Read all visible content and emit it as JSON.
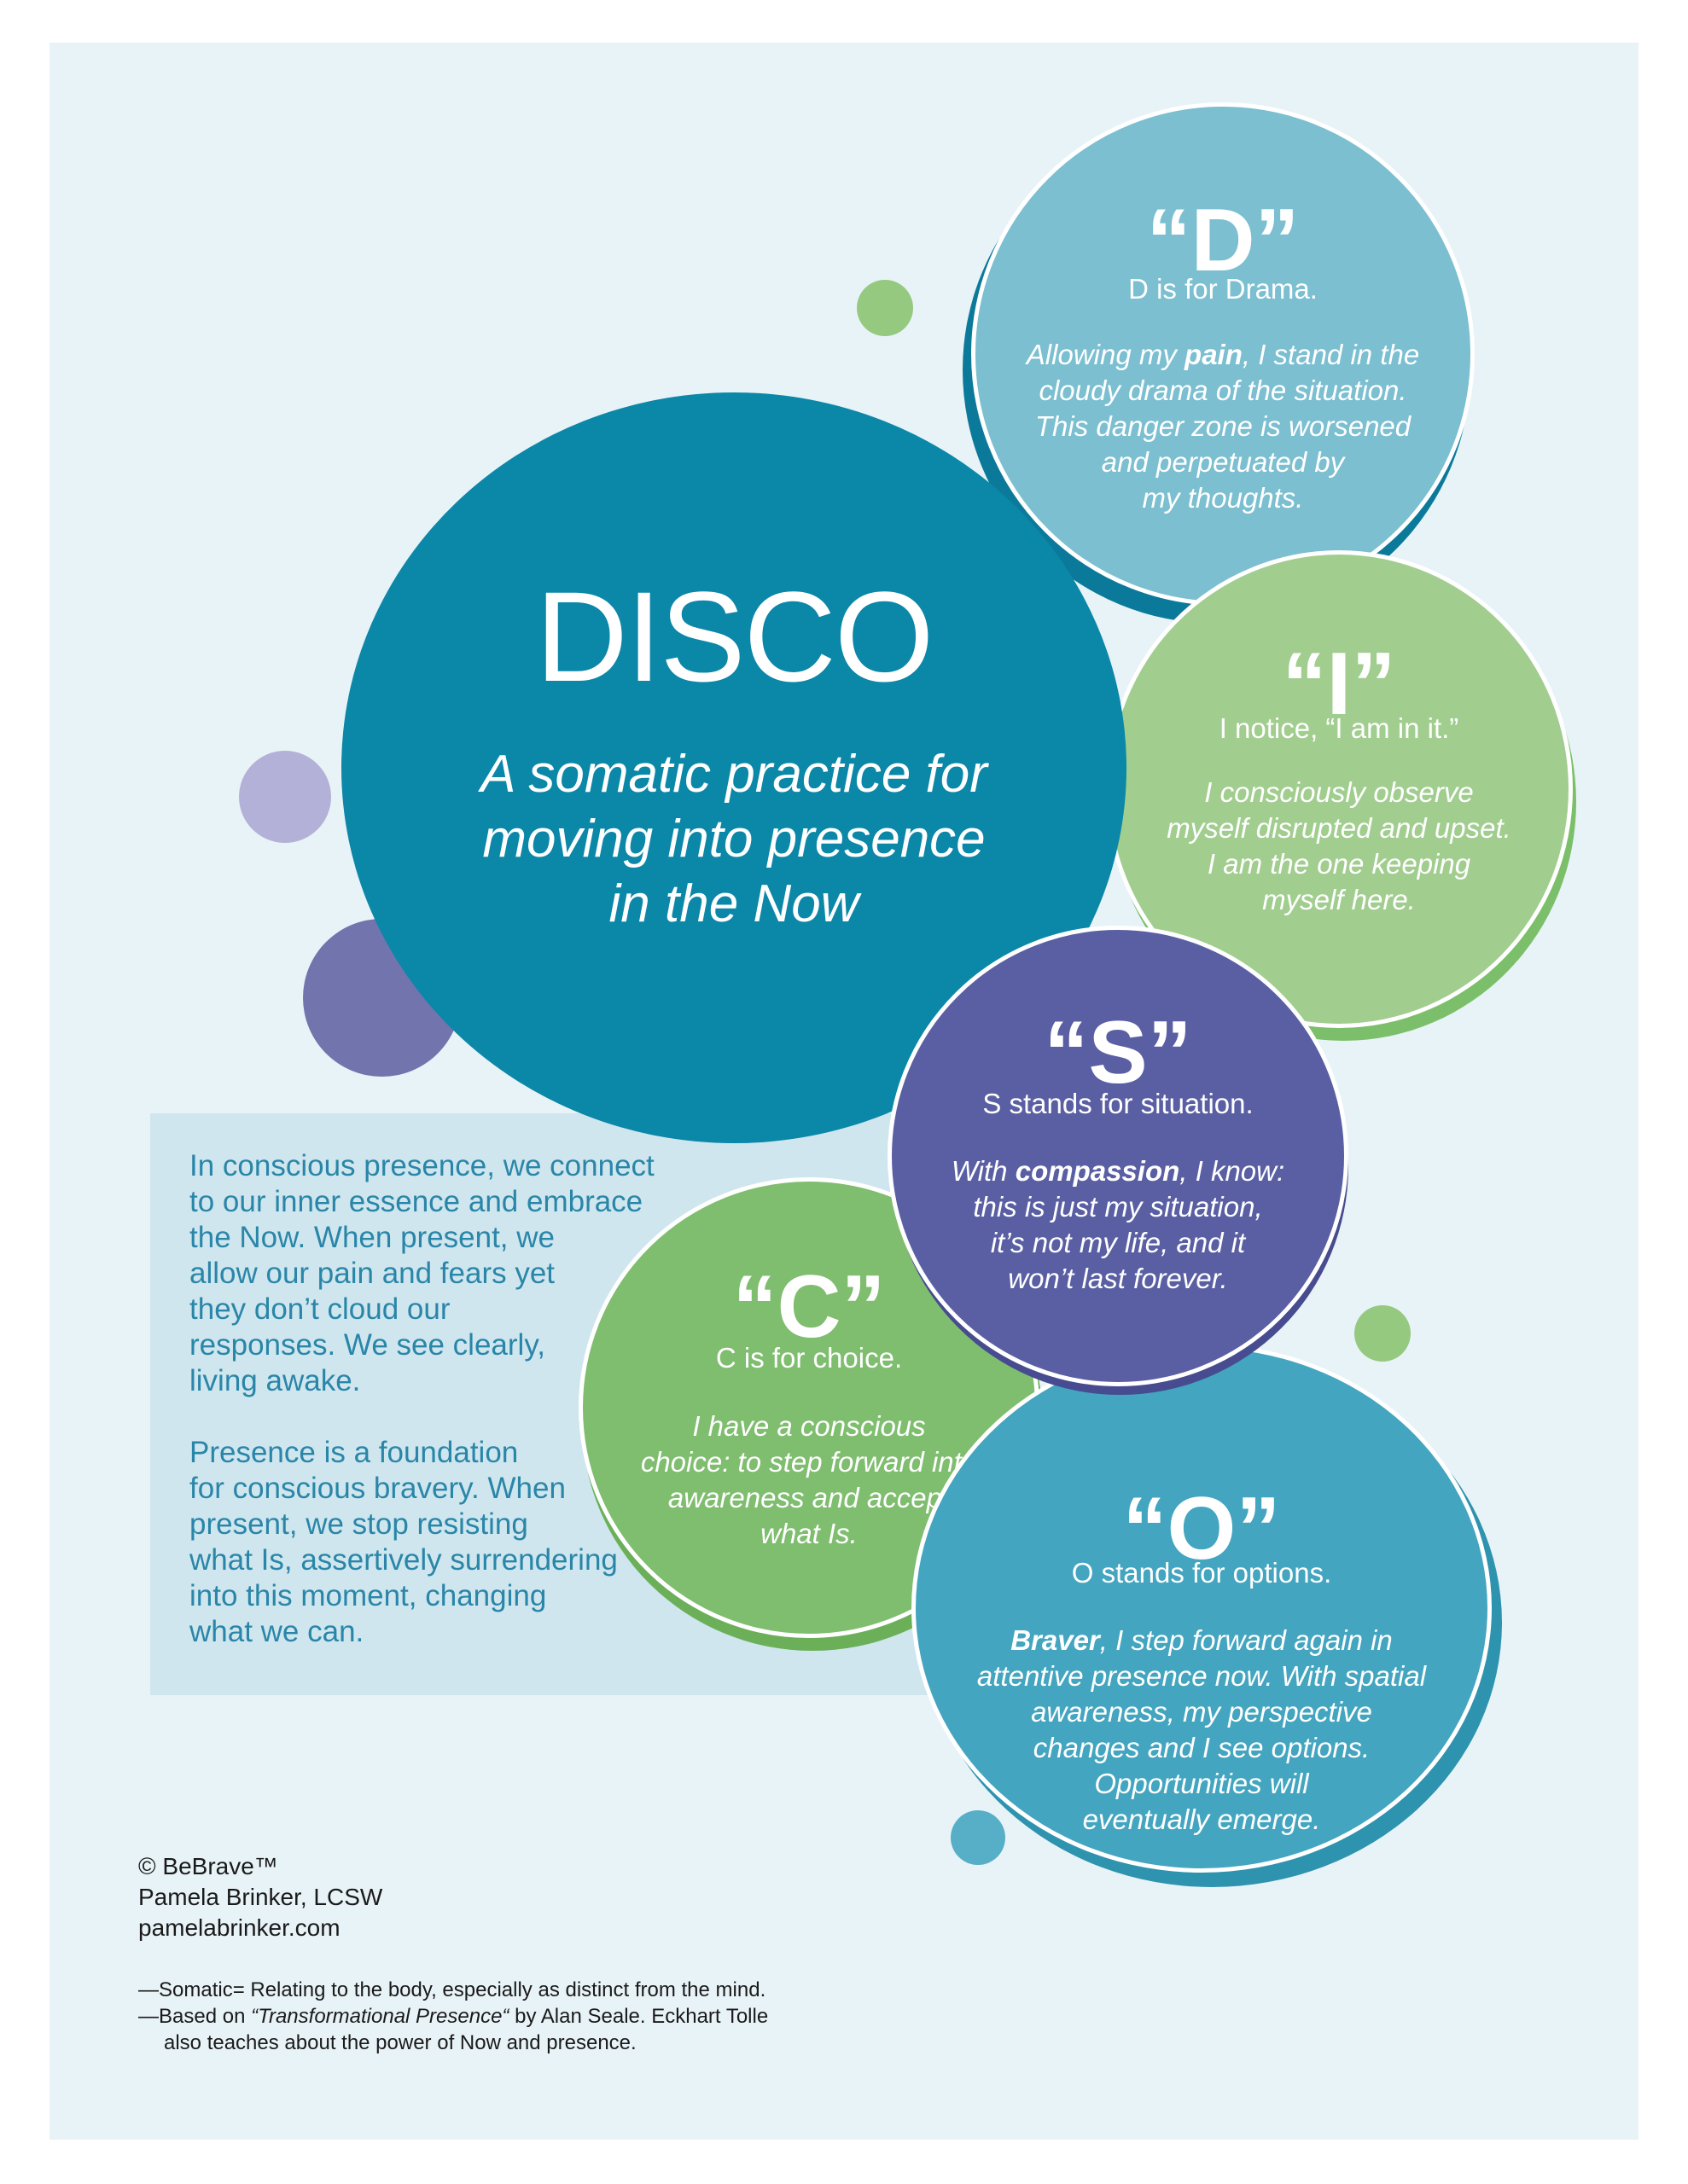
{
  "colors": {
    "background_panel": "#e8f3f8",
    "text_box": "#cfe6ee",
    "disco_circle": "#0b87a8",
    "d_circle": "#7bbfd0",
    "i_circle": "#a1cd8f",
    "s_circle": "#5a5fa3",
    "c_circle": "#7fbd6f",
    "o_circle": "#43a5bf",
    "body_text": "#2a86a8"
  },
  "disco": {
    "title": "DISCO",
    "subtitle_line1": "A somatic practice for",
    "subtitle_line2": "moving into presence",
    "subtitle_line3": "in the Now"
  },
  "d": {
    "letter": "“D”",
    "heading": "D is for Drama.",
    "line1_pre": "Allowing my ",
    "line1_bold": "pain",
    "line1_post": ", I stand in the",
    "line2": "cloudy drama of the situation.",
    "line3": "This danger zone is worsened",
    "line4": "and perpetuated by",
    "line5": "my thoughts."
  },
  "i": {
    "letter": "“I”",
    "heading": "I notice, “I am in it.”",
    "line1": "I consciously observe",
    "line2": "myself disrupted and upset.",
    "line3": "I am the one keeping",
    "line4": "myself here."
  },
  "s": {
    "letter": "“S”",
    "heading": "S stands for situation.",
    "line1_pre": "With ",
    "line1_bold": "compassion",
    "line1_post": ", I know:",
    "line2": "this is just my situation,",
    "line3": "it’s not my life, and it",
    "line4": "won’t last forever."
  },
  "c": {
    "letter": "“C”",
    "heading": "C is for choice.",
    "line1": "I have a conscious",
    "line2": "choice: to step forward into",
    "line3": "awareness and accept",
    "line4": "what Is."
  },
  "o": {
    "letter": "“O”",
    "heading": "O stands for options.",
    "line1_bold": "Braver",
    "line1_post": ", I step forward again in",
    "line2": "attentive presence now. With spatial",
    "line3": "awareness, my perspective",
    "line4": "changes and I see options.",
    "line5": "Opportunities will",
    "line6": "eventually emerge."
  },
  "presence_text": {
    "p1_l1": "In conscious presence, we connect",
    "p1_l2": "to our inner essence and embrace",
    "p1_l3": "the Now. When present, we",
    "p1_l4": "allow our pain and fears yet",
    "p1_l5": "they don’t cloud our",
    "p1_l6": "responses. We see clearly,",
    "p1_l7": "living awake.",
    "p2_l1": "Presence is a foundation",
    "p2_l2": "for conscious bravery. When",
    "p2_l3": "present, we stop resisting",
    "p2_l4": "what Is, assertively surrendering",
    "p2_l5": "into this moment, changing",
    "p2_l6": "what we can."
  },
  "credits": {
    "line1": "© BeBrave™",
    "line2": "Pamela Brinker, LCSW",
    "line3": "pamelabrinker.com"
  },
  "notes": {
    "line1": "—Somatic= Relating to the body, especially as distinct from the mind.",
    "line2_pre": "—Based on ",
    "line2_italic": "“Transformational Presence“",
    "line2_post": " by Alan Seale. Eckhart Tolle",
    "line3": "also teaches about the power of Now and presence."
  }
}
